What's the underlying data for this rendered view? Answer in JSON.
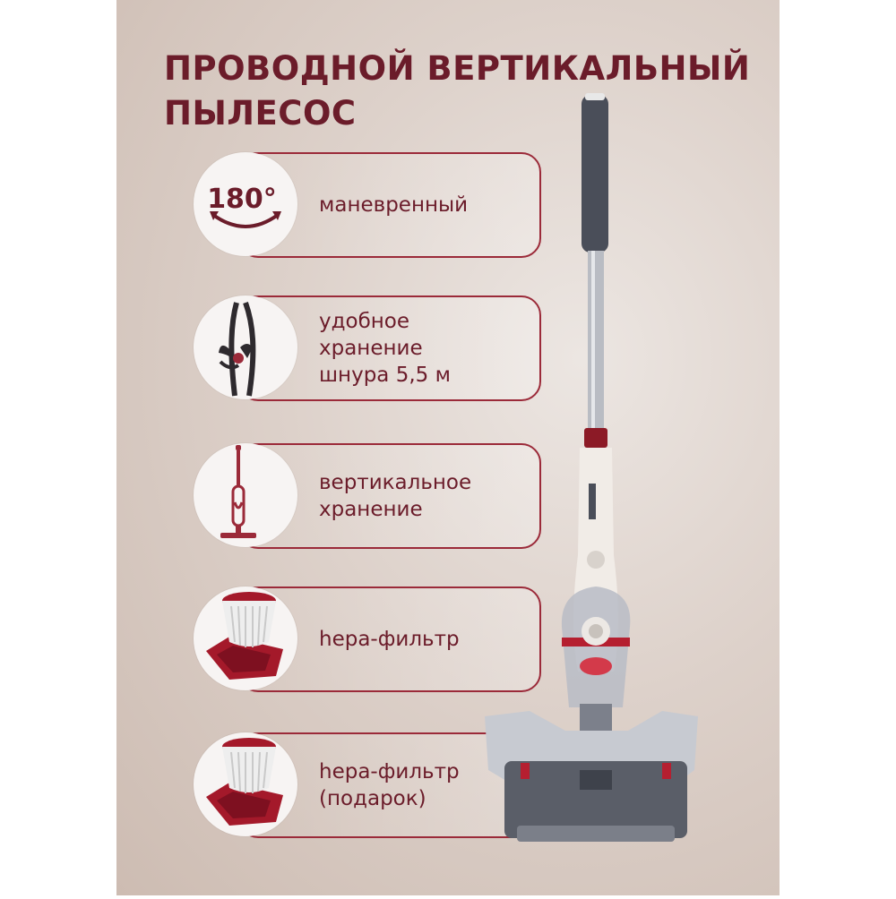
{
  "title": {
    "line1": "ПРОВОДНОЙ ВЕРТИКАЛЬНЫЙ",
    "line2": "ПЫЛЕСОС"
  },
  "features": [
    {
      "icon": "rotation-180-icon",
      "lines": [
        "маневренный"
      ],
      "badge": "180°"
    },
    {
      "icon": "cord-storage-icon",
      "lines": [
        "удобное",
        "хранение",
        "шнура 5,5 м"
      ]
    },
    {
      "icon": "vertical-vacuum-icon",
      "lines": [
        "вертикальное",
        "хранение"
      ]
    },
    {
      "icon": "hepa-filter-icon",
      "lines": [
        "hepa-фильтр"
      ]
    },
    {
      "icon": "hepa-filter-gift-icon",
      "lines": [
        "hepa-фильтр",
        "(подарок)"
      ]
    }
  ],
  "colors": {
    "accent": "#6b1c2a",
    "border": "#9b2a39",
    "background": "#ddd1ca"
  }
}
